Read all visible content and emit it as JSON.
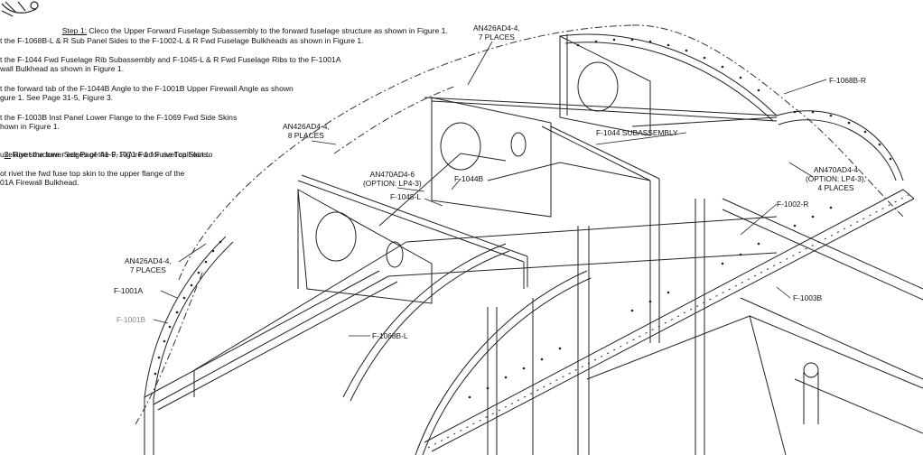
{
  "instructions": {
    "step1_label": "Step 1:",
    "step1_text": " Cleco the Upper Forward Fuselage Subassembly to the forward fuselage structure as shown in Figure 1.",
    "line1": "t the F-1068B-L & R Sub Panel Sides to the F-1002-L & R Fwd Fuselage Bulkheads as shown in Figure 1.",
    "line2a": "t the F-1044 Fwd Fuselage Rib Subassembly and F-1045-L & R Fwd Fuselage Ribs to the F-1001A",
    "line2b": "wall Bulkhead as shown in Figure 1.",
    "line3a": "t the forward tab of the F-1044B Angle to the F-1001B Upper Firewall Angle as shown",
    "line3b": "gure 1. See Page 31-5, Figure 3.",
    "line4a": "t the F-1003B Inst Panel Lower Flange to the F-1069 Fwd Side Skins",
    "line4b": "hown in Figure 1.",
    "step2_label": "2:",
    "step2_text": " Rivet the lower edges of the F-1071 Fwd Fuse Top Skin to",
    "step2_line2": "uselage structure. See Page 41-9, Figure 1 for rivet call-outs.",
    "note_a": "ot rivet the fwd fuse top skin to the upper flange of the",
    "note_b": "01A Firewall Bulkhead."
  },
  "callouts": {
    "an426_7_top": "AN426AD4-4,\n7 PLACES",
    "f1068b_r": "F-1068B-R",
    "an426_8": "AN426AD4-4,\n8 PLACES",
    "f1044_sub": "F-1044 SUBASSEMBLY",
    "an470_lp4_left": "AN470AD4-6\n(OPTION: LP4-3)",
    "f1044b": "F-1044B",
    "f1045l": "F-1045-L",
    "an470_lp4_right": "AN470AD4-4\n(OPTION: LP4-3),\n4 PLACES",
    "f1002r": "F-1002-R",
    "an426_7_left": "AN426AD4-4,\n7 PLACES",
    "f1003b": "F-1003B",
    "f1001a": "F-1001A",
    "f1001b": "F-1001B",
    "f1068b_l": "F-1068B-L"
  },
  "colors": {
    "line": "#222222",
    "faded": "#8a8a8a"
  },
  "icons": {
    "corner": "airplane-icon"
  }
}
